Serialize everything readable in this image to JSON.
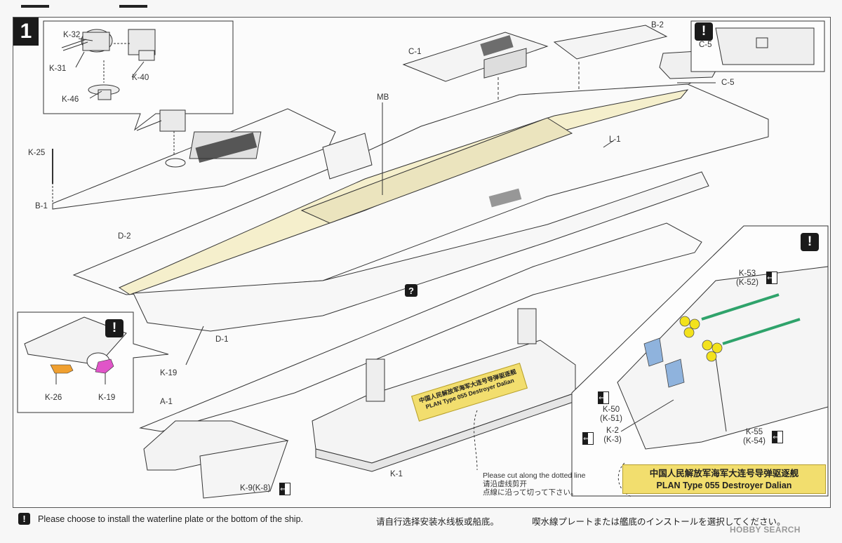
{
  "step": {
    "number": "1"
  },
  "labels": {
    "k32": "K-32",
    "k31": "K-31",
    "k40": "K-40",
    "k46": "K-46",
    "k25": "K-25",
    "b1": "B-1",
    "c1": "C-1",
    "b2": "B-2",
    "c5a": "C-5",
    "c5b": "C-5",
    "mb": "MB",
    "l1": "L-1",
    "d2": "D-2",
    "d1": "D-1",
    "k19a": "K-19",
    "k26": "K-26",
    "k19b": "K-19",
    "a1": "A-1",
    "k98": "K-9(K-8)",
    "k1": "K-1",
    "k53": "K-53",
    "k52": "(K-52)",
    "k50": "K-50",
    "k51": "(K-51)",
    "k2": "K-2",
    "k3": "(K-3)",
    "k55": "K-55",
    "k54": "(K-54)"
  },
  "icons": {
    "exclamation": "!",
    "question": "?",
    "side_icon": "⇐"
  },
  "stand_plate": {
    "cn": "中国人民解放军海军大连号导弹驱逐舰",
    "en": "PLAN Type 055 Destroyer Dalian"
  },
  "cut_note": {
    "en": "Please cut along the dotted line",
    "cn": "请沿虚线剪开",
    "jp": "点線に沿って切って下さい。"
  },
  "nameplate": {
    "cn": "中国人民解放军海军大连号导弹驱逐舰",
    "en": "PLAN Type 055 Destroyer Dalian"
  },
  "footer": {
    "en": "Please choose to install the waterline plate or the bottom of the ship.",
    "cn": "请自行选择安装水线板或船底。",
    "jp": "喫水線プレートまたは艦底のインストールを選択してください。"
  },
  "watermark": "HOBBY SEARCH",
  "colors": {
    "deck": "#f5efcc",
    "green": "#2fa36b",
    "yellow": "#f3e21c",
    "blue": "#8fb3dd",
    "orange": "#f0a030",
    "pink": "#e055c8"
  }
}
